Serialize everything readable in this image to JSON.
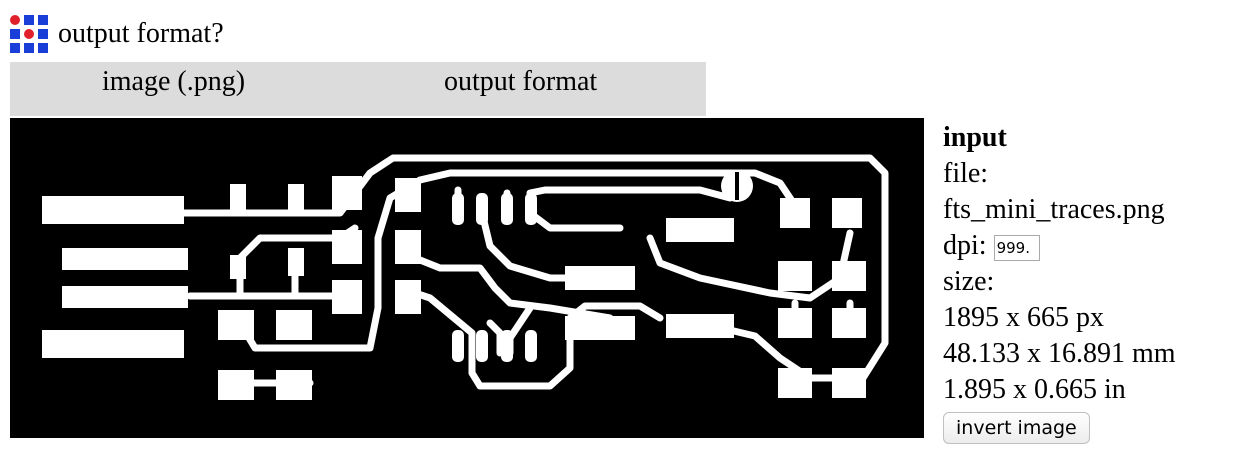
{
  "header": {
    "title": "output format?",
    "logo_icon": "mods-grid-logo-icon"
  },
  "tabs": [
    {
      "label": "image (.png)"
    },
    {
      "label": "output format"
    }
  ],
  "panel": {
    "heading": "input",
    "file_label": "file:",
    "filename": "fts_mini_traces.png",
    "dpi_label": "dpi:",
    "dpi_value": "999.",
    "size_label": "size:",
    "size_px": "1895 x 665 px",
    "size_mm": "48.133 x 16.891 mm",
    "size_in": "1.895 x 0.665 in",
    "invert_label": "invert image"
  },
  "colors": {
    "logo_blue": "#1a3fd9",
    "logo_red": "#e0202a",
    "tab_background": "#dcdcdc",
    "preview_background": "#000000",
    "trace_color": "#ffffff"
  }
}
